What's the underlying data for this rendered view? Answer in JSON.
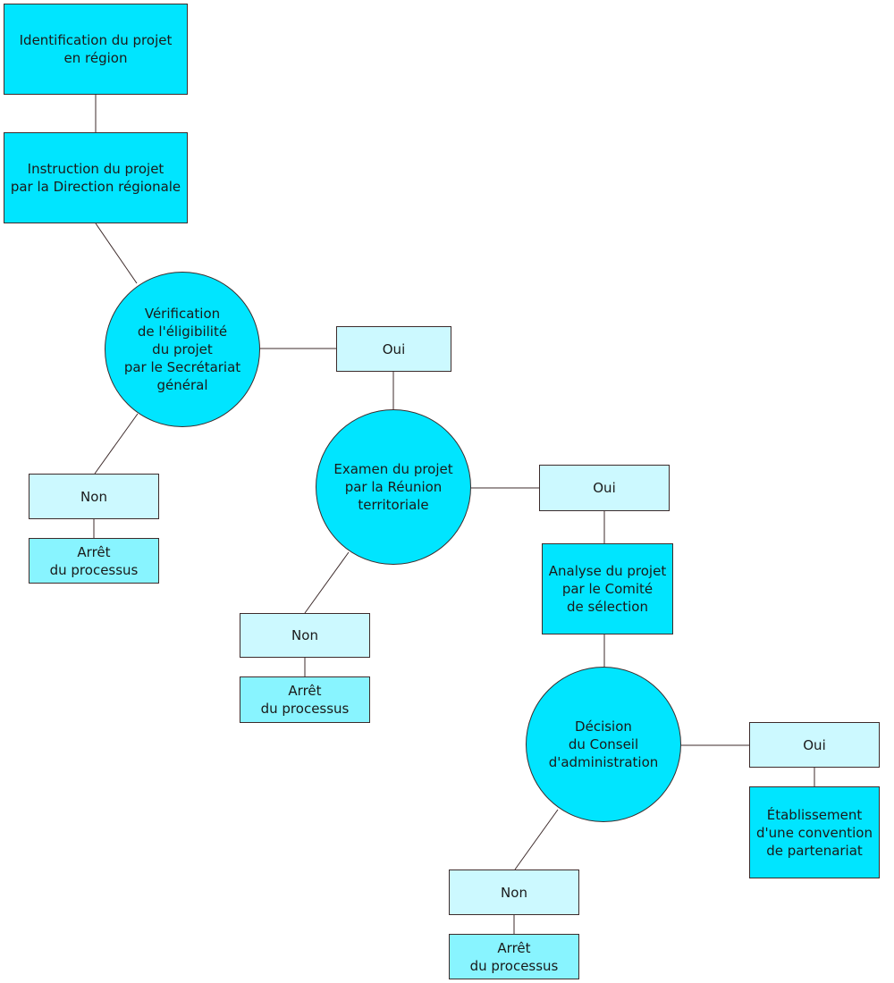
{
  "colors": {
    "primary_fill": "#00e5ff",
    "answer_fill": "#ccf9ff",
    "stop_fill": "#88f4ff",
    "stroke": "#3d2b2b"
  },
  "nodes": {
    "identification": "Identification du projet\nen région",
    "instruction": "Instruction du projet\npar la Direction régionale",
    "verification": "Vérification\nde l'éligibilité\ndu projet\npar le Secrétariat\ngénéral",
    "oui_1": "Oui",
    "non_1": "Non",
    "arret_1": "Arrêt\ndu processus",
    "examen": "Examen du projet\npar la Réunion\nterritoriale",
    "oui_2": "Oui",
    "non_2": "Non",
    "arret_2": "Arrêt\ndu processus",
    "analyse": "Analyse du projet\npar le Comité\nde sélection",
    "decision": "Décision\ndu Conseil\nd'administration",
    "oui_3": "Oui",
    "non_3": "Non",
    "arret_3": "Arrêt\ndu processus",
    "convention": "Établissement\nd'une convention\nde partenariat"
  }
}
